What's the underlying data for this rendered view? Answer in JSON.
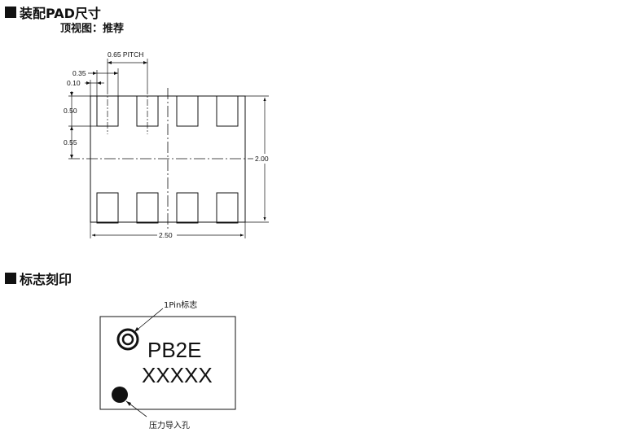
{
  "sections": {
    "pad": {
      "title": "装配PAD尺寸",
      "subtitle": "顶视图：推荐"
    },
    "marking": {
      "title": "标志刻印"
    }
  },
  "dimensions": {
    "pitch": "0.65 PITCH",
    "pad_width": "0.35",
    "offset": "0.10",
    "pad_height": "0.50",
    "gap": "0.55",
    "total_height": "2.00",
    "total_width": "2.50"
  },
  "marking": {
    "line1": "PB2E",
    "line2": "XXXXX",
    "pin1_label": "1Pin标志",
    "pressure_hole_label": "压力导入孔"
  }
}
